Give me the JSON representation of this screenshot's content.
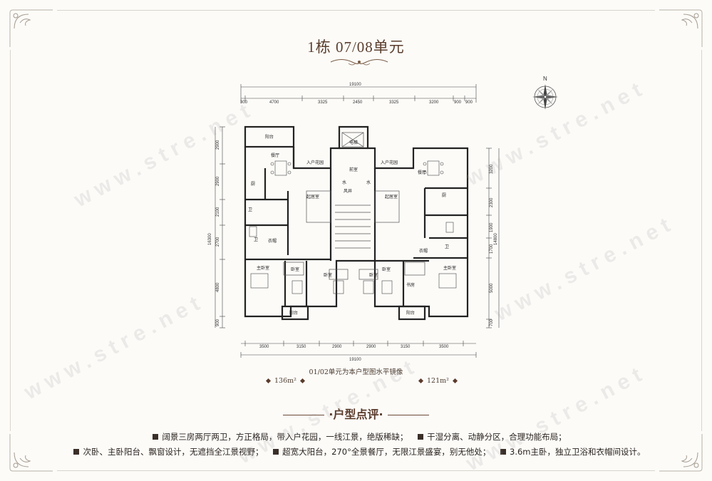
{
  "title": "1栋 07/08单元",
  "compass_label": "N",
  "watermark": "www.stre.net",
  "plan": {
    "top_total": "19100",
    "top_dims": [
      "300",
      "4700",
      "3325",
      "2450",
      "3325",
      "3200",
      "900",
      "900"
    ],
    "bottom_total": "19100",
    "bottom_dims": [
      "3500",
      "3150",
      "2900",
      "2900",
      "3150",
      "3500"
    ],
    "left_total": "16300",
    "left_dims": [
      "2900",
      "2900",
      "2100",
      "2700",
      "4800",
      "900"
    ],
    "right_total": "14800",
    "right_dims": [
      "3200",
      "2300",
      "1900",
      "1700",
      "5000",
      "700"
    ],
    "rooms": [
      "阳台",
      "电梯",
      "餐厅",
      "入户花园",
      "入户花园",
      "餐厅",
      "前室",
      "厨",
      "起居室",
      "水",
      "风井",
      "水",
      "起居室",
      "厨",
      "卫",
      "卫",
      "衣帽",
      "卫",
      "主卧室",
      "卧室",
      "卧室",
      "卧室",
      "卧室",
      "书房",
      "主卧室",
      "衣帽",
      "阳台",
      "阳台"
    ]
  },
  "mirror_note": "01/02单元为本户型图水平镜像",
  "area_left": "136m²",
  "area_right": "121m²",
  "review_title": "户型点评",
  "bullets_row1": [
    "阔景三房两厅两卫，方正格局，带入户花园，一线江景，绝版稀缺；",
    "干湿分离、动静分区，合理功能布局；"
  ],
  "bullets_row2": [
    "次卧、主卧阳台、飘窗设计，无遮挡全江景视野；",
    "超宽大阳台，270°全景餐厅，无限江景盛宴，别无他处；",
    "3.6m主卧，独立卫浴和衣帽间设计。"
  ]
}
